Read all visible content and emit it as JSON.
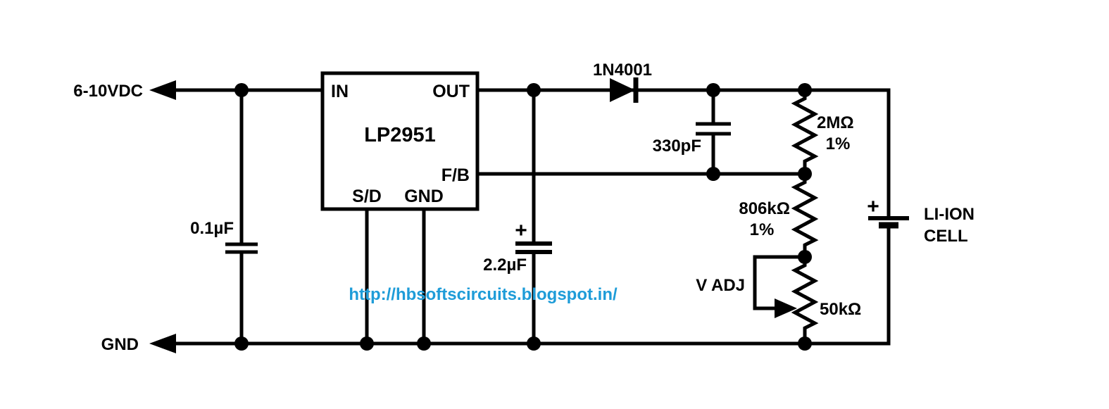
{
  "schematic": {
    "io": {
      "input_label": "6-10VDC",
      "ground_label": "GND"
    },
    "ic": {
      "name": "LP2951",
      "pin_in": "IN",
      "pin_out": "OUT",
      "pin_fb": "F/B",
      "pin_sd": "S/D",
      "pin_gnd": "GND"
    },
    "components": {
      "input_cap": {
        "value": "0.1µF"
      },
      "output_cap": {
        "value": "2.2µF",
        "polarity": "+"
      },
      "diode": {
        "part": "1N4001"
      },
      "feedback_cap": {
        "value": "330pF"
      },
      "r_top": {
        "value": "2MΩ",
        "tolerance": "1%"
      },
      "r_bottom": {
        "value": "806kΩ",
        "tolerance": "1%"
      },
      "pot": {
        "value": "50kΩ",
        "label": "V ADJ"
      },
      "battery": {
        "polarity": "+",
        "line1": "LI-ION",
        "line2": "CELL"
      }
    },
    "watermark": {
      "url": "http://hbsoftscircuits.blogspot.in/"
    },
    "colors": {
      "wire": "#000000",
      "url_text": "#1e9cd8",
      "background": "#ffffff"
    }
  }
}
